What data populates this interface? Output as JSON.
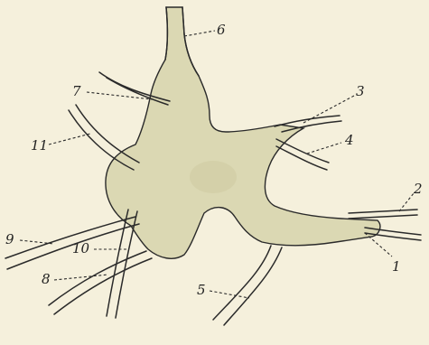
{
  "figure": {
    "labels": [
      "1",
      "2",
      "3",
      "4",
      "5",
      "6",
      "7",
      "8",
      "9",
      "10",
      "11"
    ],
    "colors": {
      "paper": "#f5f0dc",
      "body_fill": "#d9d6b0",
      "ink": "#2a2a2a"
    }
  }
}
